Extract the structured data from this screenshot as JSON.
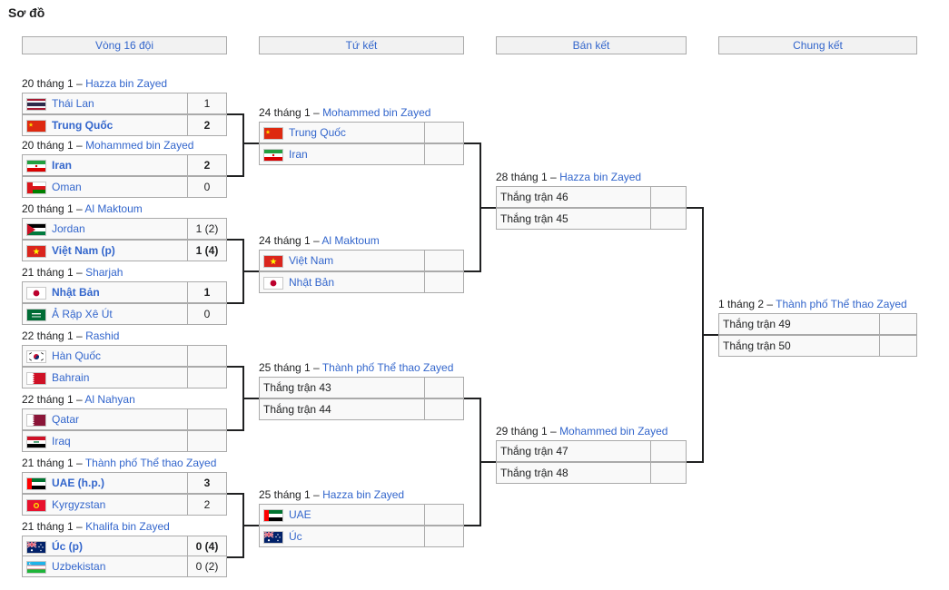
{
  "page_title": "Sơ đồ",
  "round_headers": [
    "Vòng 16 đội",
    "Tứ kết",
    "Bán kết",
    "Chung kết"
  ],
  "r16": [
    {
      "date": "20 tháng 1 – ",
      "venue": "Hazza bin Zayed",
      "t1": {
        "name": "Thái Lan",
        "flag": "th-flag-icon",
        "score": "1",
        "win": false
      },
      "t2": {
        "name": "Trung Quốc",
        "flag": "cn-flag-icon",
        "score": "2",
        "win": true
      }
    },
    {
      "date": "20 tháng 1 – ",
      "venue": "Mohammed bin Zayed",
      "t1": {
        "name": "Iran",
        "flag": "ir-flag-icon",
        "score": "2",
        "win": true
      },
      "t2": {
        "name": "Oman",
        "flag": "om-flag-icon",
        "score": "0",
        "win": false
      }
    },
    {
      "date": "20 tháng 1 – ",
      "venue": "Al Maktoum",
      "t1": {
        "name": "Jordan",
        "flag": "jo-flag-icon",
        "score": "1 (2)",
        "win": false
      },
      "t2": {
        "name": "Việt Nam (p)",
        "flag": "vn-flag-icon",
        "score": "1 (4)",
        "win": true
      }
    },
    {
      "date": "21 tháng 1 – ",
      "venue": "Sharjah",
      "t1": {
        "name": "Nhật Bản",
        "flag": "jp-flag-icon",
        "score": "1",
        "win": true
      },
      "t2": {
        "name": "Ả Rập Xê Út",
        "flag": "sa-flag-icon",
        "score": "0",
        "win": false
      }
    },
    {
      "date": "22 tháng 1 – ",
      "venue": "Rashid",
      "t1": {
        "name": "Hàn Quốc",
        "flag": "kr-flag-icon",
        "score": "",
        "win": false
      },
      "t2": {
        "name": "Bahrain",
        "flag": "bh-flag-icon",
        "score": "",
        "win": false
      }
    },
    {
      "date": "22 tháng 1 – ",
      "venue": "Al Nahyan",
      "t1": {
        "name": "Qatar",
        "flag": "qa-flag-icon",
        "score": "",
        "win": false
      },
      "t2": {
        "name": "Iraq",
        "flag": "iq-flag-icon",
        "score": "",
        "win": false
      }
    },
    {
      "date": "21 tháng 1 – ",
      "venue": "Thành phố Thể thao Zayed",
      "t1": {
        "name": "UAE (h.p.)",
        "flag": "ae-flag-icon",
        "score": "3",
        "win": true
      },
      "t2": {
        "name": "Kyrgyzstan",
        "flag": "kg-flag-icon",
        "score": "2",
        "win": false
      }
    },
    {
      "date": "21 tháng 1 – ",
      "venue": "Khalifa bin Zayed",
      "t1": {
        "name": "Úc (p)",
        "flag": "au-flag-icon",
        "score": "0 (4)",
        "win": true
      },
      "t2": {
        "name": "Uzbekistan",
        "flag": "uz-flag-icon",
        "score": "0 (2)",
        "win": false
      }
    }
  ],
  "qf": [
    {
      "date": "24 tháng 1 – ",
      "venue": "Mohammed bin Zayed",
      "t1": {
        "name": "Trung Quốc",
        "flag": "cn-flag-icon",
        "score": "",
        "link": true
      },
      "t2": {
        "name": "Iran",
        "flag": "ir-flag-icon",
        "score": "",
        "link": true
      }
    },
    {
      "date": "24 tháng 1 – ",
      "venue": "Al Maktoum",
      "t1": {
        "name": "Việt Nam",
        "flag": "vn-flag-icon",
        "score": "",
        "link": true
      },
      "t2": {
        "name": "Nhật Bản",
        "flag": "jp-flag-icon",
        "score": "",
        "link": true
      }
    },
    {
      "date": "25 tháng 1 – ",
      "venue": "Thành phố Thể thao Zayed",
      "t1": {
        "name": "Thắng trận 43",
        "flag": "",
        "score": "",
        "link": false
      },
      "t2": {
        "name": "Thắng trận 44",
        "flag": "",
        "score": "",
        "link": false
      }
    },
    {
      "date": "25 tháng 1 – ",
      "venue": "Hazza bin Zayed",
      "t1": {
        "name": "UAE",
        "flag": "ae-flag-icon",
        "score": "",
        "link": true
      },
      "t2": {
        "name": "Úc",
        "flag": "au-flag-icon",
        "score": "",
        "link": true
      }
    }
  ],
  "sf": [
    {
      "date": "28 tháng 1 – ",
      "venue": "Hazza bin Zayed",
      "t1": {
        "name": "Thắng trận 46",
        "flag": "",
        "score": "",
        "link": false
      },
      "t2": {
        "name": "Thắng trận 45",
        "flag": "",
        "score": "",
        "link": false
      }
    },
    {
      "date": "29 tháng 1 – ",
      "venue": "Mohammed bin Zayed",
      "t1": {
        "name": "Thắng trận 47",
        "flag": "",
        "score": "",
        "link": false
      },
      "t2": {
        "name": "Thắng trận 48",
        "flag": "",
        "score": "",
        "link": false
      }
    }
  ],
  "final": [
    {
      "date": "1 tháng 2 – ",
      "venue": "Thành phố Thể thao Zayed",
      "t1": {
        "name": "Thắng trận 49",
        "flag": "",
        "score": "",
        "link": false
      },
      "t2": {
        "name": "Thắng trận 50",
        "flag": "",
        "score": "",
        "link": false
      }
    }
  ],
  "colors": {
    "link": "#3366cc",
    "cell_bg": "#f9f9f9",
    "header_bg": "#f2f2f2",
    "border": "#aaaaaa"
  }
}
